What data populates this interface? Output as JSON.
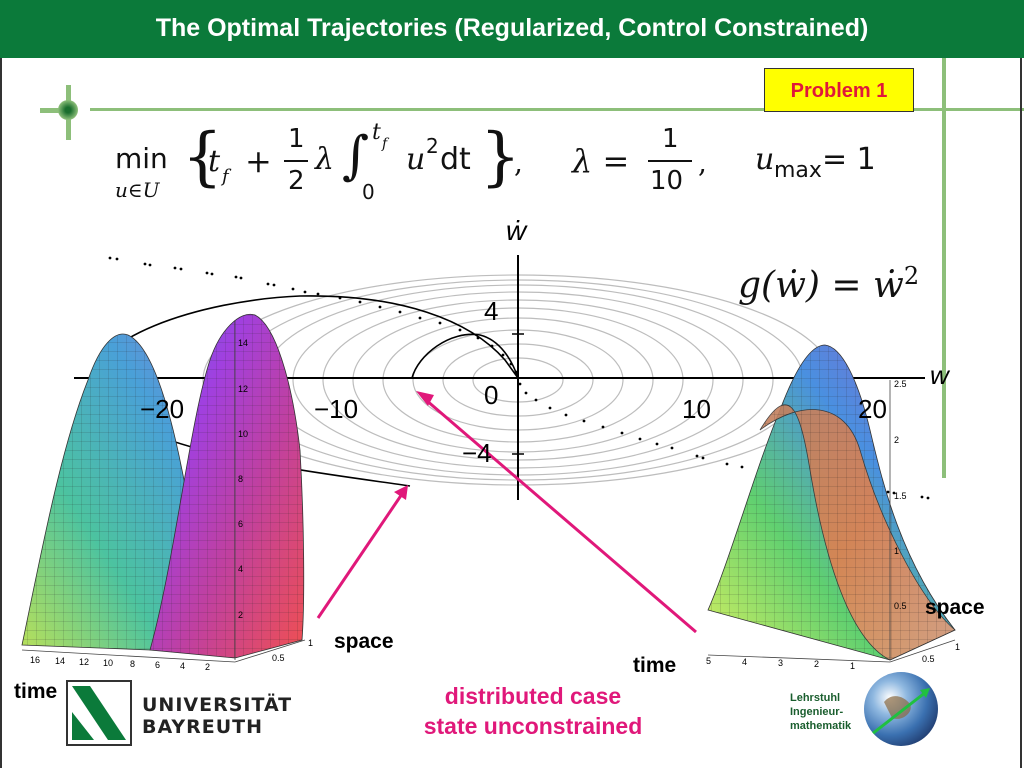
{
  "header": {
    "title": "The Optimal Trajectories (Regularized, Control Constrained)"
  },
  "problem_badge": "Problem 1",
  "formula": {
    "min": "min",
    "min_sub": "u∈U",
    "lbrace": "{",
    "t": "t",
    "f_sub": "f",
    "plus": "+",
    "half_num": "1",
    "half_den": "2",
    "lambda": "λ",
    "integral": "∫",
    "int_upper": "t",
    "int_upper_sub": "f",
    "int_lower": "0",
    "u": "u",
    "u_sup": "2",
    "dt": "dt",
    "rbrace": "}",
    "comma1": ",",
    "lambda_eq": "λ =",
    "lam_num": "1",
    "lam_den": "10",
    "comma2": ",",
    "umax": "u",
    "umax_sub": "max",
    "umax_eq": "= 1",
    "g_lhs": "g(ẇ) = ẇ",
    "g_sup": "2"
  },
  "phase_plot": {
    "w_dot_label": "ẇ",
    "w_label": "w",
    "x_ticks": [
      "−20",
      "−10",
      "10",
      "20"
    ],
    "y_ticks": [
      "4",
      "0",
      "−4"
    ]
  },
  "surface_left": {
    "z_ticks": [
      "14",
      "12",
      "10",
      "8",
      "6",
      "4",
      "2"
    ],
    "time_ticks": [
      "16",
      "14",
      "12",
      "10",
      "8",
      "6",
      "4",
      "2"
    ],
    "space_ticks": [
      "1",
      "0.5"
    ]
  },
  "surface_right": {
    "z_ticks": [
      "2.5",
      "2",
      "1.5",
      "1",
      "0.5"
    ],
    "time_ticks": [
      "5",
      "4",
      "3",
      "2",
      "1"
    ],
    "space_ticks": [
      "1",
      "0.5"
    ]
  },
  "labels": {
    "space_left": "space",
    "time_left": "time",
    "space_right": "space",
    "time_mid": "time",
    "caption_line1": "distributed case",
    "caption_line2": "state unconstrained"
  },
  "logos": {
    "university_line1": "UNIVERSITÄT",
    "university_line2": "BAYREUTH",
    "chair_line1": "Lehrstuhl",
    "chair_line2": "Ingenieur-",
    "chair_line3": "mathematik"
  },
  "colors": {
    "header_green": "#0b7a3a",
    "badge_yellow": "#ffff00",
    "accent_pink": "#e0187a"
  }
}
